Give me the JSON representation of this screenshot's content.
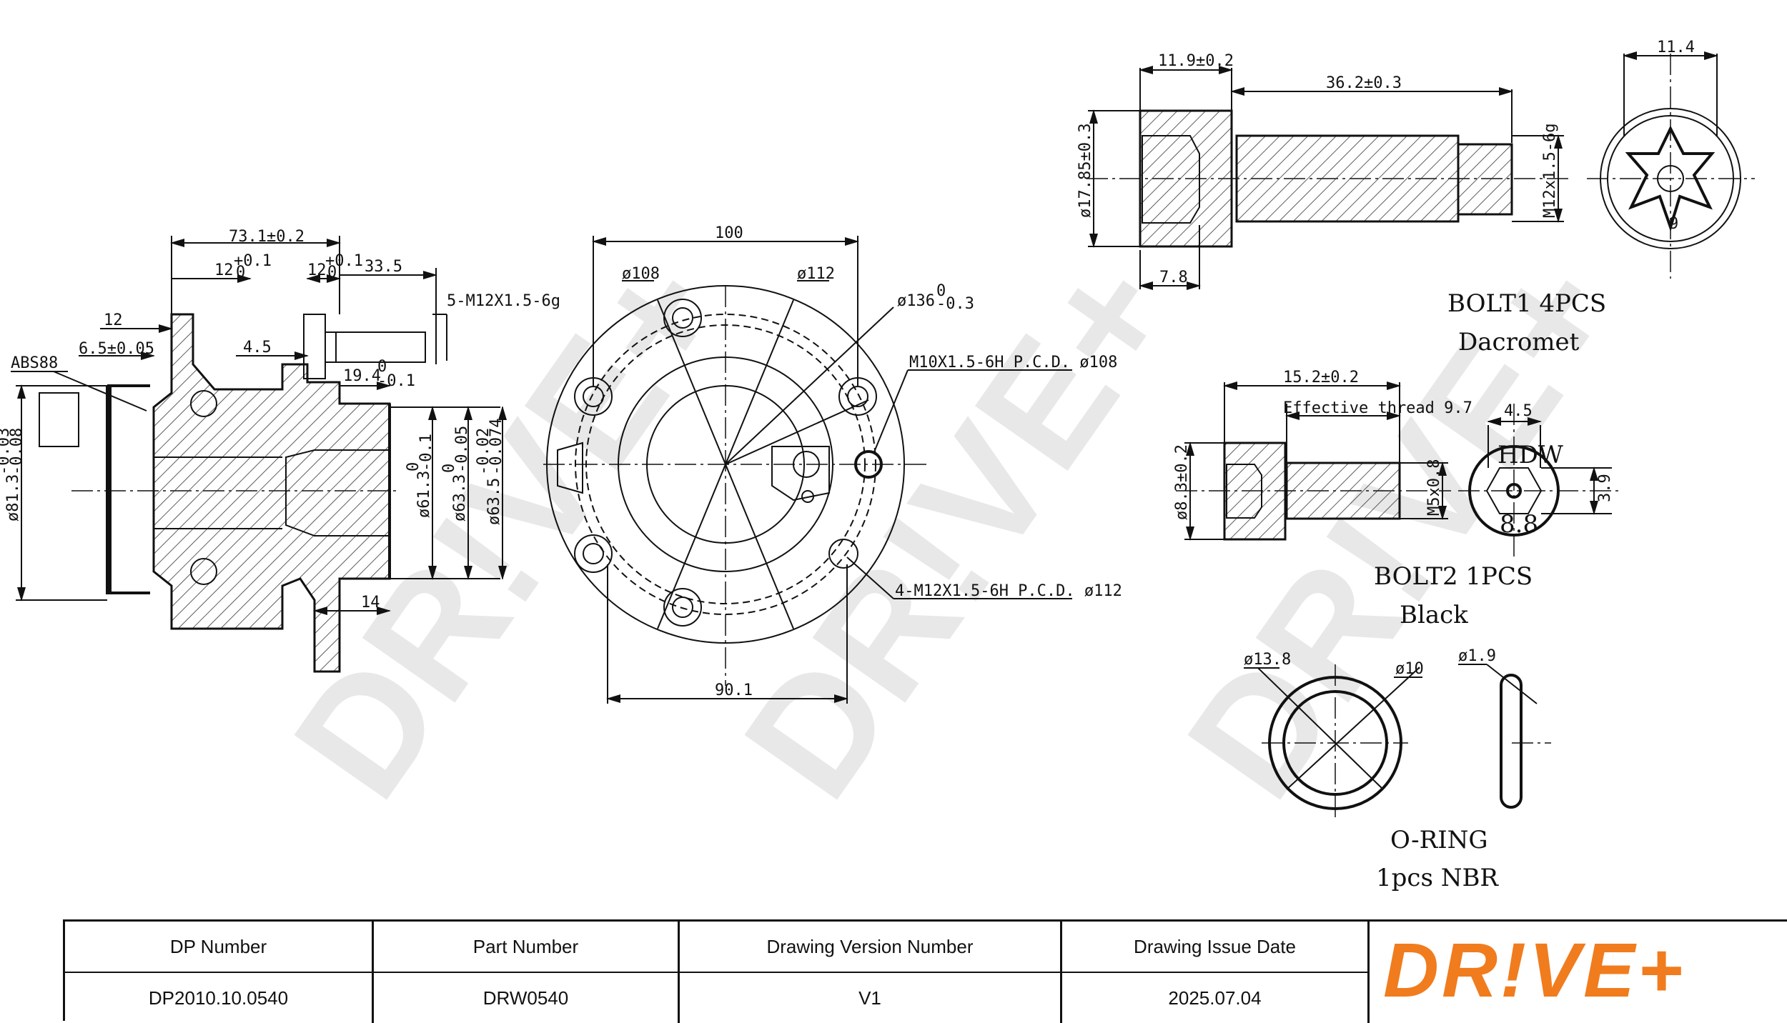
{
  "watermark": "DR!VE+",
  "hub_view": {
    "dims": {
      "width_total": "73.1±0.2",
      "tol_12a": "12",
      "tol_12a_sup": "+0.1",
      "tol_12a_sub": "0",
      "tol_12b": "12",
      "tol_12b_sup": "+0.1",
      "tol_12b_sub": "0",
      "d33_5": "33.5",
      "stud": "5-M12X1.5-6g",
      "d12": "12",
      "d6_5": "6.5±0.05",
      "d4_5": "4.5",
      "abs": "ABS88",
      "d19_4": "19.4",
      "d19_4_sup": "0",
      "d19_4_sub": "-0.1",
      "d14": "14",
      "dia81": "ø81.3",
      "dia81_sup": "-0.03",
      "dia81_sub": "-0.08",
      "dia61": "ø61.3",
      "dia61_sup": "0",
      "dia61_sub": "-0.1",
      "dia63_3": "ø63.3",
      "dia63_3_sup": "0",
      "dia63_3_sub": "-0.05",
      "dia63_5": "ø63.5",
      "dia63_5_sup": "-0.02",
      "dia63_5_sub": "-0.074"
    }
  },
  "flange_view": {
    "dims": {
      "d100": "100",
      "dia108": "ø108",
      "dia112": "ø112",
      "dia136": "ø136",
      "dia136_sup": "0",
      "dia136_sub": "-0.3",
      "m10": "M10X1.5-6H P.C.D. ø108",
      "m12": "4-M12X1.5-6H P.C.D. ø112",
      "d90_1": "90.1"
    }
  },
  "bolt1": {
    "dims": {
      "head_len": "11.9±0.2",
      "shank_len": "36.2±0.3",
      "head_w": "11.4",
      "dia": "ø17.85±0.3",
      "thread": "M12x1.5-6g",
      "d7_8": "7.8",
      "d9": "9"
    },
    "label_1": "BOLT1 4PCS",
    "label_2": "Dacromet"
  },
  "bolt2": {
    "dims": {
      "len": "15.2±0.2",
      "eff": "Effective thread 9.7",
      "d4_5": "4.5",
      "dia": "ø8.3±0.2",
      "thread": "M5x0.8",
      "d3_9": "3.9",
      "hdw": "HDW",
      "grade": "8.8"
    },
    "label_1": "BOLT2 1PCS",
    "label_2": "Black"
  },
  "oring": {
    "dims": {
      "dia13_8": "ø13.8",
      "dia10": "ø10",
      "dia1_9": "ø1.9"
    },
    "label_1": "O-RING",
    "label_2": "1pcs  NBR"
  },
  "title_block": {
    "headers": [
      "DP Number",
      "Part Number",
      "Drawing Version Number",
      "Drawing Issue Date"
    ],
    "values": [
      "DP2010.10.0540",
      "DRW0540",
      "V1",
      "2025.07.04"
    ]
  },
  "logo": {
    "text": "DR!VE+",
    "color": "#f07c1e"
  }
}
